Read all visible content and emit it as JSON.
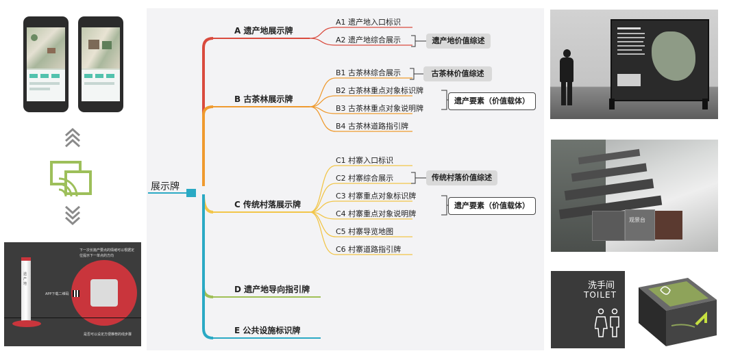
{
  "root": {
    "label": "展示牌"
  },
  "branches": [
    {
      "id": "A",
      "label": "A 遗产地展示牌",
      "color": "#d94a3d",
      "items": [
        {
          "label": "A1 遗产地入口标识"
        },
        {
          "label": "A2 遗产地综合展示"
        }
      ]
    },
    {
      "id": "B",
      "label": "B 古茶林展示牌",
      "color": "#ef9a2e",
      "items": [
        {
          "label": "B1 古茶林综合展示"
        },
        {
          "label": "B2 古茶林重点对象标识牌"
        },
        {
          "label": "B3 古茶林重点对象说明牌"
        },
        {
          "label": "B4 古茶林道路指引牌"
        }
      ]
    },
    {
      "id": "C",
      "label": "C 传统村落展示牌",
      "color": "#f2c548",
      "items": [
        {
          "label": "C1 村寨入口标识"
        },
        {
          "label": "C2 村寨综合展示"
        },
        {
          "label": "C3 村寨重点对象标识牌"
        },
        {
          "label": "C4 村寨重点对象说明牌"
        },
        {
          "label": "C5 村寨导览地图"
        },
        {
          "label": "C6 村寨道路指引牌"
        }
      ]
    },
    {
      "id": "D",
      "label": "D 遗产地导向指引牌",
      "color": "#9fbf55",
      "items": []
    },
    {
      "id": "E",
      "label": "E 公共设施标识牌",
      "color": "#2aa9c4",
      "items": []
    }
  ],
  "callouts": {
    "a2": "遗产地价值综述",
    "b1": "古茶林价值综述",
    "b23": "遗产要素（价值载体）",
    "c2": "传统村落价值综述",
    "c34": "遗产要素（价值载体）"
  },
  "sign": {
    "top_text": "下一次长篇产要点的情绪可以根据定位提示下一单点的方向",
    "app_label": "APP下载二维码",
    "bottom_text": "是否可以设定方便推荐的线步骤",
    "post_label": "遗产地"
  },
  "stone": {
    "label": "观景台"
  },
  "toilet": {
    "cn": "洗手间",
    "en": "TOILET"
  },
  "colors": {
    "red": "#d94a3d",
    "orange": "#ef9a2e",
    "yellow": "#f2c548",
    "green": "#9fbf55",
    "teal": "#2aa9c4",
    "callout": "#d9d9d9"
  }
}
